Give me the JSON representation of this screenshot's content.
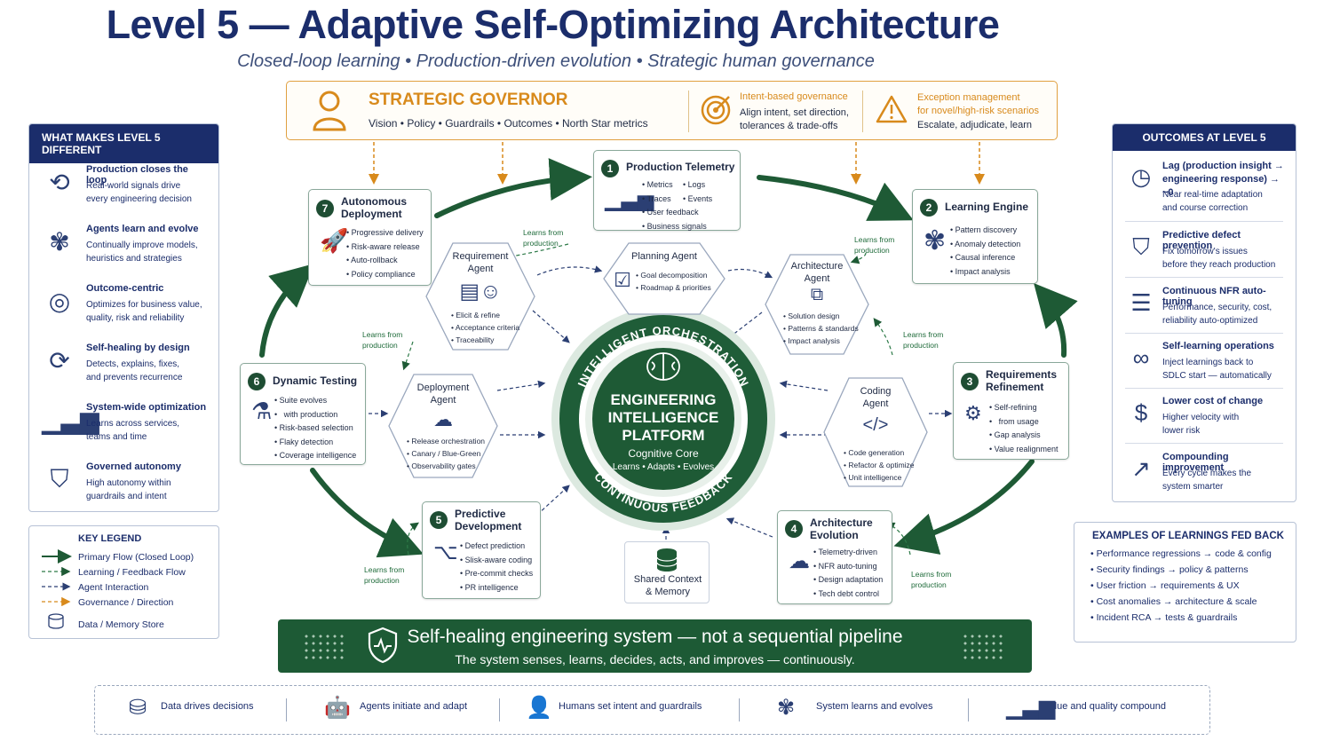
{
  "title": "Level 5 — Adaptive Self-Optimizing Architecture",
  "subtitle": "Closed-loop learning • Production-driven evolution • Strategic human governance",
  "governor": {
    "title": "STRATEGIC GOVERNOR",
    "subtitle": "Vision  •  Policy  •  Guardrails  •  Outcomes  •  North Star metrics",
    "intent_title": "Intent-based governance",
    "intent_desc1": "Align intent, set direction,",
    "intent_desc2": "tolerances & trade-offs",
    "exception_title1": "Exception management",
    "exception_title2": "for novel/high-risk scenarios",
    "exception_desc": "Escalate, adjudicate, learn"
  },
  "left_panel": {
    "header": "WHAT MAKES LEVEL 5 DIFFERENT",
    "items": [
      {
        "icon": "feedback-loop-icon",
        "title": "Production closes the loop",
        "desc1": "Real-world signals drive",
        "desc2": "every engineering decision"
      },
      {
        "icon": "brain-icon",
        "title": "Agents learn and evolve",
        "desc1": "Continually improve models,",
        "desc2": "heuristics and strategies"
      },
      {
        "icon": "target-icon",
        "title": "Outcome-centric",
        "desc1": "Optimizes for business value,",
        "desc2": "quality, risk and reliability"
      },
      {
        "icon": "refresh-icon",
        "title": "Self-healing by design",
        "desc1": "Detects, explains, fixes,",
        "desc2": "and prevents recurrence"
      },
      {
        "icon": "bar-chart-icon",
        "title": "System-wide optimization",
        "desc1": "Learns across services,",
        "desc2": "teams and time"
      },
      {
        "icon": "shield-check-icon",
        "title": "Governed autonomy",
        "desc1": "High autonomy within",
        "desc2": "guardrails and intent"
      }
    ]
  },
  "legend": {
    "title": "KEY LEGEND",
    "items": [
      "Primary Flow (Closed Loop)",
      "Learning / Feedback Flow",
      "Agent Interaction",
      "Governance / Direction",
      "Data / Memory Store"
    ]
  },
  "right_panel": {
    "header": "OUTCOMES AT LEVEL 5",
    "items": [
      {
        "icon": "clock-icon",
        "title1": "Lag (production insight →",
        "title2": "engineering response) → ~0",
        "desc1": "Near real-time adaptation",
        "desc2": "and course correction"
      },
      {
        "icon": "shield-check-icon",
        "title1": "Predictive defect prevention",
        "title2": "",
        "desc1": "Fix tomorrow's issues",
        "desc2": "before they reach production"
      },
      {
        "icon": "sliders-icon",
        "title1": "Continuous NFR auto-tuning",
        "title2": "",
        "desc1": "Performance, security, cost,",
        "desc2": "reliability auto-optimized"
      },
      {
        "icon": "infinity-icon",
        "title1": "Self-learning operations",
        "title2": "",
        "desc1": "Inject learnings back to",
        "desc2": "SDLC start — automatically"
      },
      {
        "icon": "dollar-icon",
        "title1": "Lower cost of change",
        "title2": "",
        "desc1": "Higher velocity with",
        "desc2": "lower risk"
      },
      {
        "icon": "growth-chart-icon",
        "title1": "Compounding improvement",
        "title2": "",
        "desc1": "Every cycle makes the",
        "desc2": "system smarter"
      }
    ]
  },
  "examples": {
    "title": "EXAMPLES OF LEARNINGS FED BACK",
    "items": [
      "Performance regressions → code & config",
      "Security findings → policy & patterns",
      "User friction → requirements & UX",
      "Cost anomalies → architecture & scale",
      "Incident RCA → tests & guardrails"
    ]
  },
  "stages": {
    "s1": {
      "num": "1",
      "title": "Production Telemetry",
      "items": [
        "Metrics",
        "Logs",
        "Traces",
        "Events",
        "User feedback",
        "Business signals"
      ]
    },
    "s2": {
      "num": "2",
      "title": "Learning Engine",
      "items": [
        "Pattern discovery",
        "Anomaly detection",
        "Causal inference",
        "Impact analysis"
      ]
    },
    "s3": {
      "num": "3",
      "title1": "Requirements",
      "title2": "Refinement",
      "items": [
        "Self-refining",
        "from usage",
        "Gap analysis",
        "Value realignment"
      ]
    },
    "s4": {
      "num": "4",
      "title1": "Architecture",
      "title2": "Evolution",
      "items": [
        "Telemetry-driven",
        "NFR auto-tuning",
        "Design adaptation",
        "Tech debt control"
      ]
    },
    "s5": {
      "num": "5",
      "title1": "Predictive",
      "title2": "Development",
      "items": [
        "Defect prediction",
        "Slisk-aware coding",
        "Pre-commit checks",
        "PR intelligence"
      ]
    },
    "s6": {
      "num": "6",
      "title": "Dynamic Testing",
      "items": [
        "Suite evolves",
        "with production",
        "Risk-based selection",
        "Flaky detection",
        "Coverage intelligence"
      ]
    },
    "s7": {
      "num": "7",
      "title1": "Autonomous",
      "title2": "Deployment",
      "items": [
        "Progressive delivery",
        "Risk-aware release",
        "Auto-rollback",
        "Policy compliance"
      ]
    }
  },
  "agents": {
    "requirement": {
      "title1": "Requirement",
      "title2": "Agent",
      "items": [
        "Elicit & refine",
        "Acceptance criteria",
        "Traceability"
      ]
    },
    "planning": {
      "title1": "Planning Agent",
      "items": [
        "Goal decomposition",
        "Roadmap & priorities"
      ]
    },
    "architecture": {
      "title1": "Architecture",
      "title2": "Agent",
      "items": [
        "Solution design",
        "Patterns & standards",
        "Impact analysis"
      ]
    },
    "coding": {
      "title1": "Coding",
      "title2": "Agent",
      "items": [
        "Code generation",
        "Refactor & optimize",
        "Unit intelligence"
      ]
    },
    "deployment": {
      "title1": "Deployment",
      "title2": "Agent",
      "items": [
        "Release orchestration",
        "Canary / Blue-Green",
        "Observability gates"
      ]
    }
  },
  "core": {
    "ring_top": "INTELLIGENT ORCHESTRATION",
    "ring_bottom": "CONTINUOUS FEEDBACK",
    "line1": "ENGINEERING",
    "line2": "INTELLIGENCE",
    "line3": "PLATFORM",
    "sub": "Cognitive Core",
    "sub2": "Learns • Adapts • Evolves"
  },
  "shared": {
    "line1": "Shared Context",
    "line2": "& Memory"
  },
  "learns_label": {
    "line1": "Learns from",
    "line2": "production"
  },
  "banner": {
    "title": "Self-healing engineering system — not a sequential pipeline",
    "sub": "The system senses, learns, decides, acts, and improves — continuously."
  },
  "footer": [
    "Data drives decisions",
    "Agents initiate and adapt",
    "Humans set intent and guardrails",
    "System learns and evolves",
    "Value and quality compound"
  ],
  "colors": {
    "navy": "#1b2d6b",
    "green": "#1d5a35",
    "orange": "#d88a1c"
  }
}
